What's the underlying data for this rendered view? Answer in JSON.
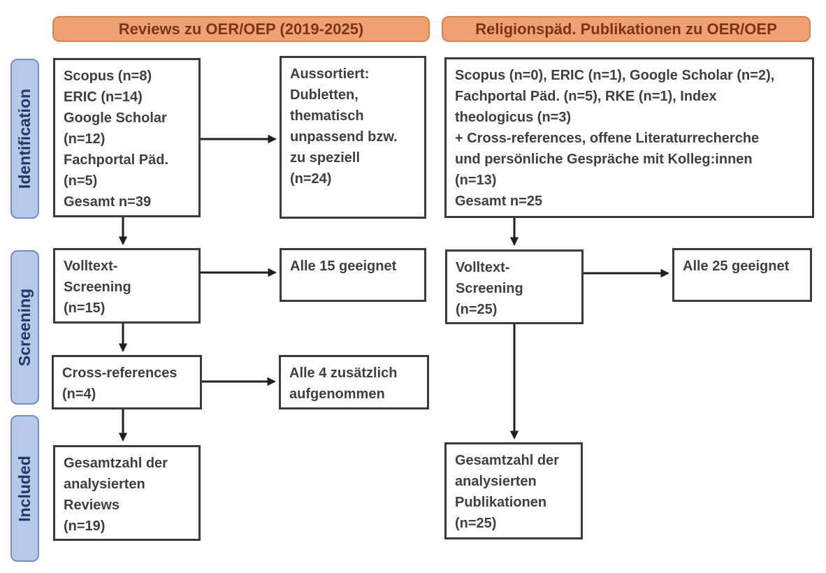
{
  "diagram": {
    "headers": {
      "left": "Reviews zu OER/OEP (2019-2025)",
      "right": "Religionspäd. Publikationen zu OER/OEP"
    },
    "stages": {
      "identification": "Identification",
      "screening": "Screening",
      "included": "Included"
    },
    "left_column": {
      "identification_sources": "Scopus (n=8)\nERIC (n=14)\nGoogle Scholar\n(n=12)\nFachportal Päd.\n(n=5)\nGesamt n=39",
      "excluded": "Aussortiert:\nDubletten,\nthematisch\nunpassend bzw.\nzu speziell\n(n=24)",
      "fulltext_screening": "Volltext-\nScreening\n(n=15)",
      "fulltext_result": "Alle 15 geeignet",
      "cross_references": "Cross-references\n(n=4)",
      "cross_references_result": "Alle 4 zusätzlich\naufgenommen",
      "included_total": "Gesamtzahl der\nanalysierten\nReviews\n(n=19)"
    },
    "right_column": {
      "identification_sources": "Scopus (n=0), ERIC (n=1), Google Scholar (n=2),\nFachportal Päd. (n=5), RKE (n=1), Index\ntheologicus (n=3)\n+ Cross-references, offene Literaturrecherche\nund persönliche Gespräche mit Kolleg:innen\n(n=13)\nGesamt n=25",
      "fulltext_screening": "Volltext-\nScreening\n(n=25)",
      "fulltext_result": "Alle 25 geeignet",
      "included_total": "Gesamtzahl der\nanalysierten\nPublikationen\n(n=25)"
    },
    "colors": {
      "header_fill": "#f0a173",
      "header_border": "#d8834f",
      "header_text": "#7a3418",
      "stage_fill": "#b7c9e8",
      "stage_border": "#7290bf",
      "stage_text": "#1f3864",
      "box_border": "#3b3b3b",
      "box_text": "#3f3f3f",
      "arrow": "#1f1f1f",
      "background": "#ffffff"
    }
  }
}
